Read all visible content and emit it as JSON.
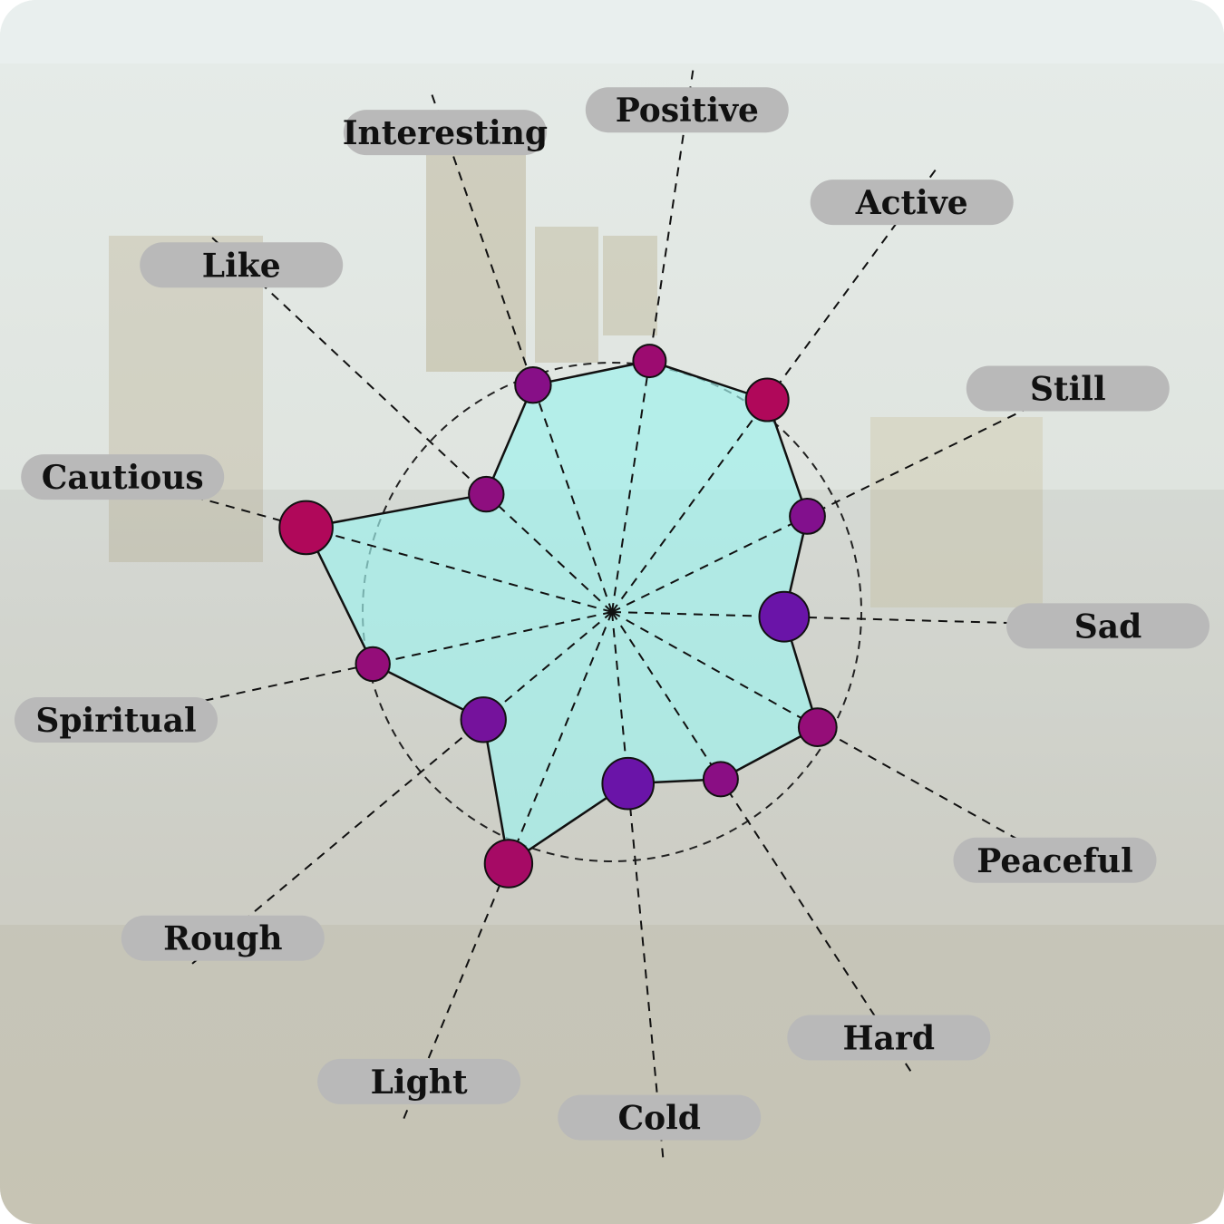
{
  "chart_data": {
    "type": "radar",
    "title": "",
    "axes": [
      "Positive",
      "Active",
      "Still",
      "Sad",
      "Peaceful",
      "Hard",
      "Cold",
      "Light",
      "Rough",
      "Spiritual",
      "Cautious",
      "Like",
      "Interesting"
    ],
    "values": [
      0.56,
      0.58,
      0.48,
      0.38,
      0.52,
      0.44,
      0.38,
      0.6,
      0.37,
      0.54,
      0.7,
      0.38,
      0.53
    ],
    "marker_strength": [
      0.72,
      1.0,
      0.34,
      0.0,
      0.62,
      0.46,
      0.0,
      0.86,
      0.16,
      0.6,
      1.0,
      0.52,
      0.42
    ],
    "marker_size": [
      0.0,
      0.46,
      0.12,
      0.78,
      0.24,
      0.08,
      0.86,
      0.68,
      0.56,
      0.06,
      0.94,
      0.1,
      0.14
    ],
    "reference_circle": 0.55,
    "range": [
      0,
      1
    ],
    "colors": {
      "fill": "#9ff2ee",
      "marker_high": "#b0085a",
      "marker_low": "#6a14a8",
      "label_bg": "#b9b9b9"
    }
  }
}
